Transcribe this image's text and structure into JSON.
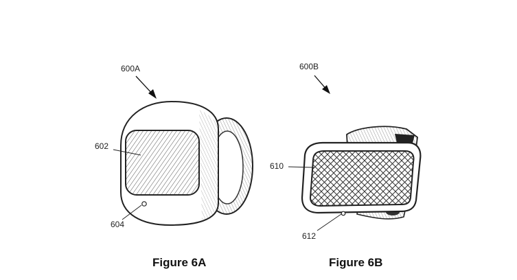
{
  "figure_a": {
    "ref_label": "600A",
    "screen_label": "602",
    "button_label": "604",
    "caption": "Figure 6A"
  },
  "figure_b": {
    "ref_label": "600B",
    "screen_label": "610",
    "button_label": "612",
    "caption": "Figure 6B"
  }
}
